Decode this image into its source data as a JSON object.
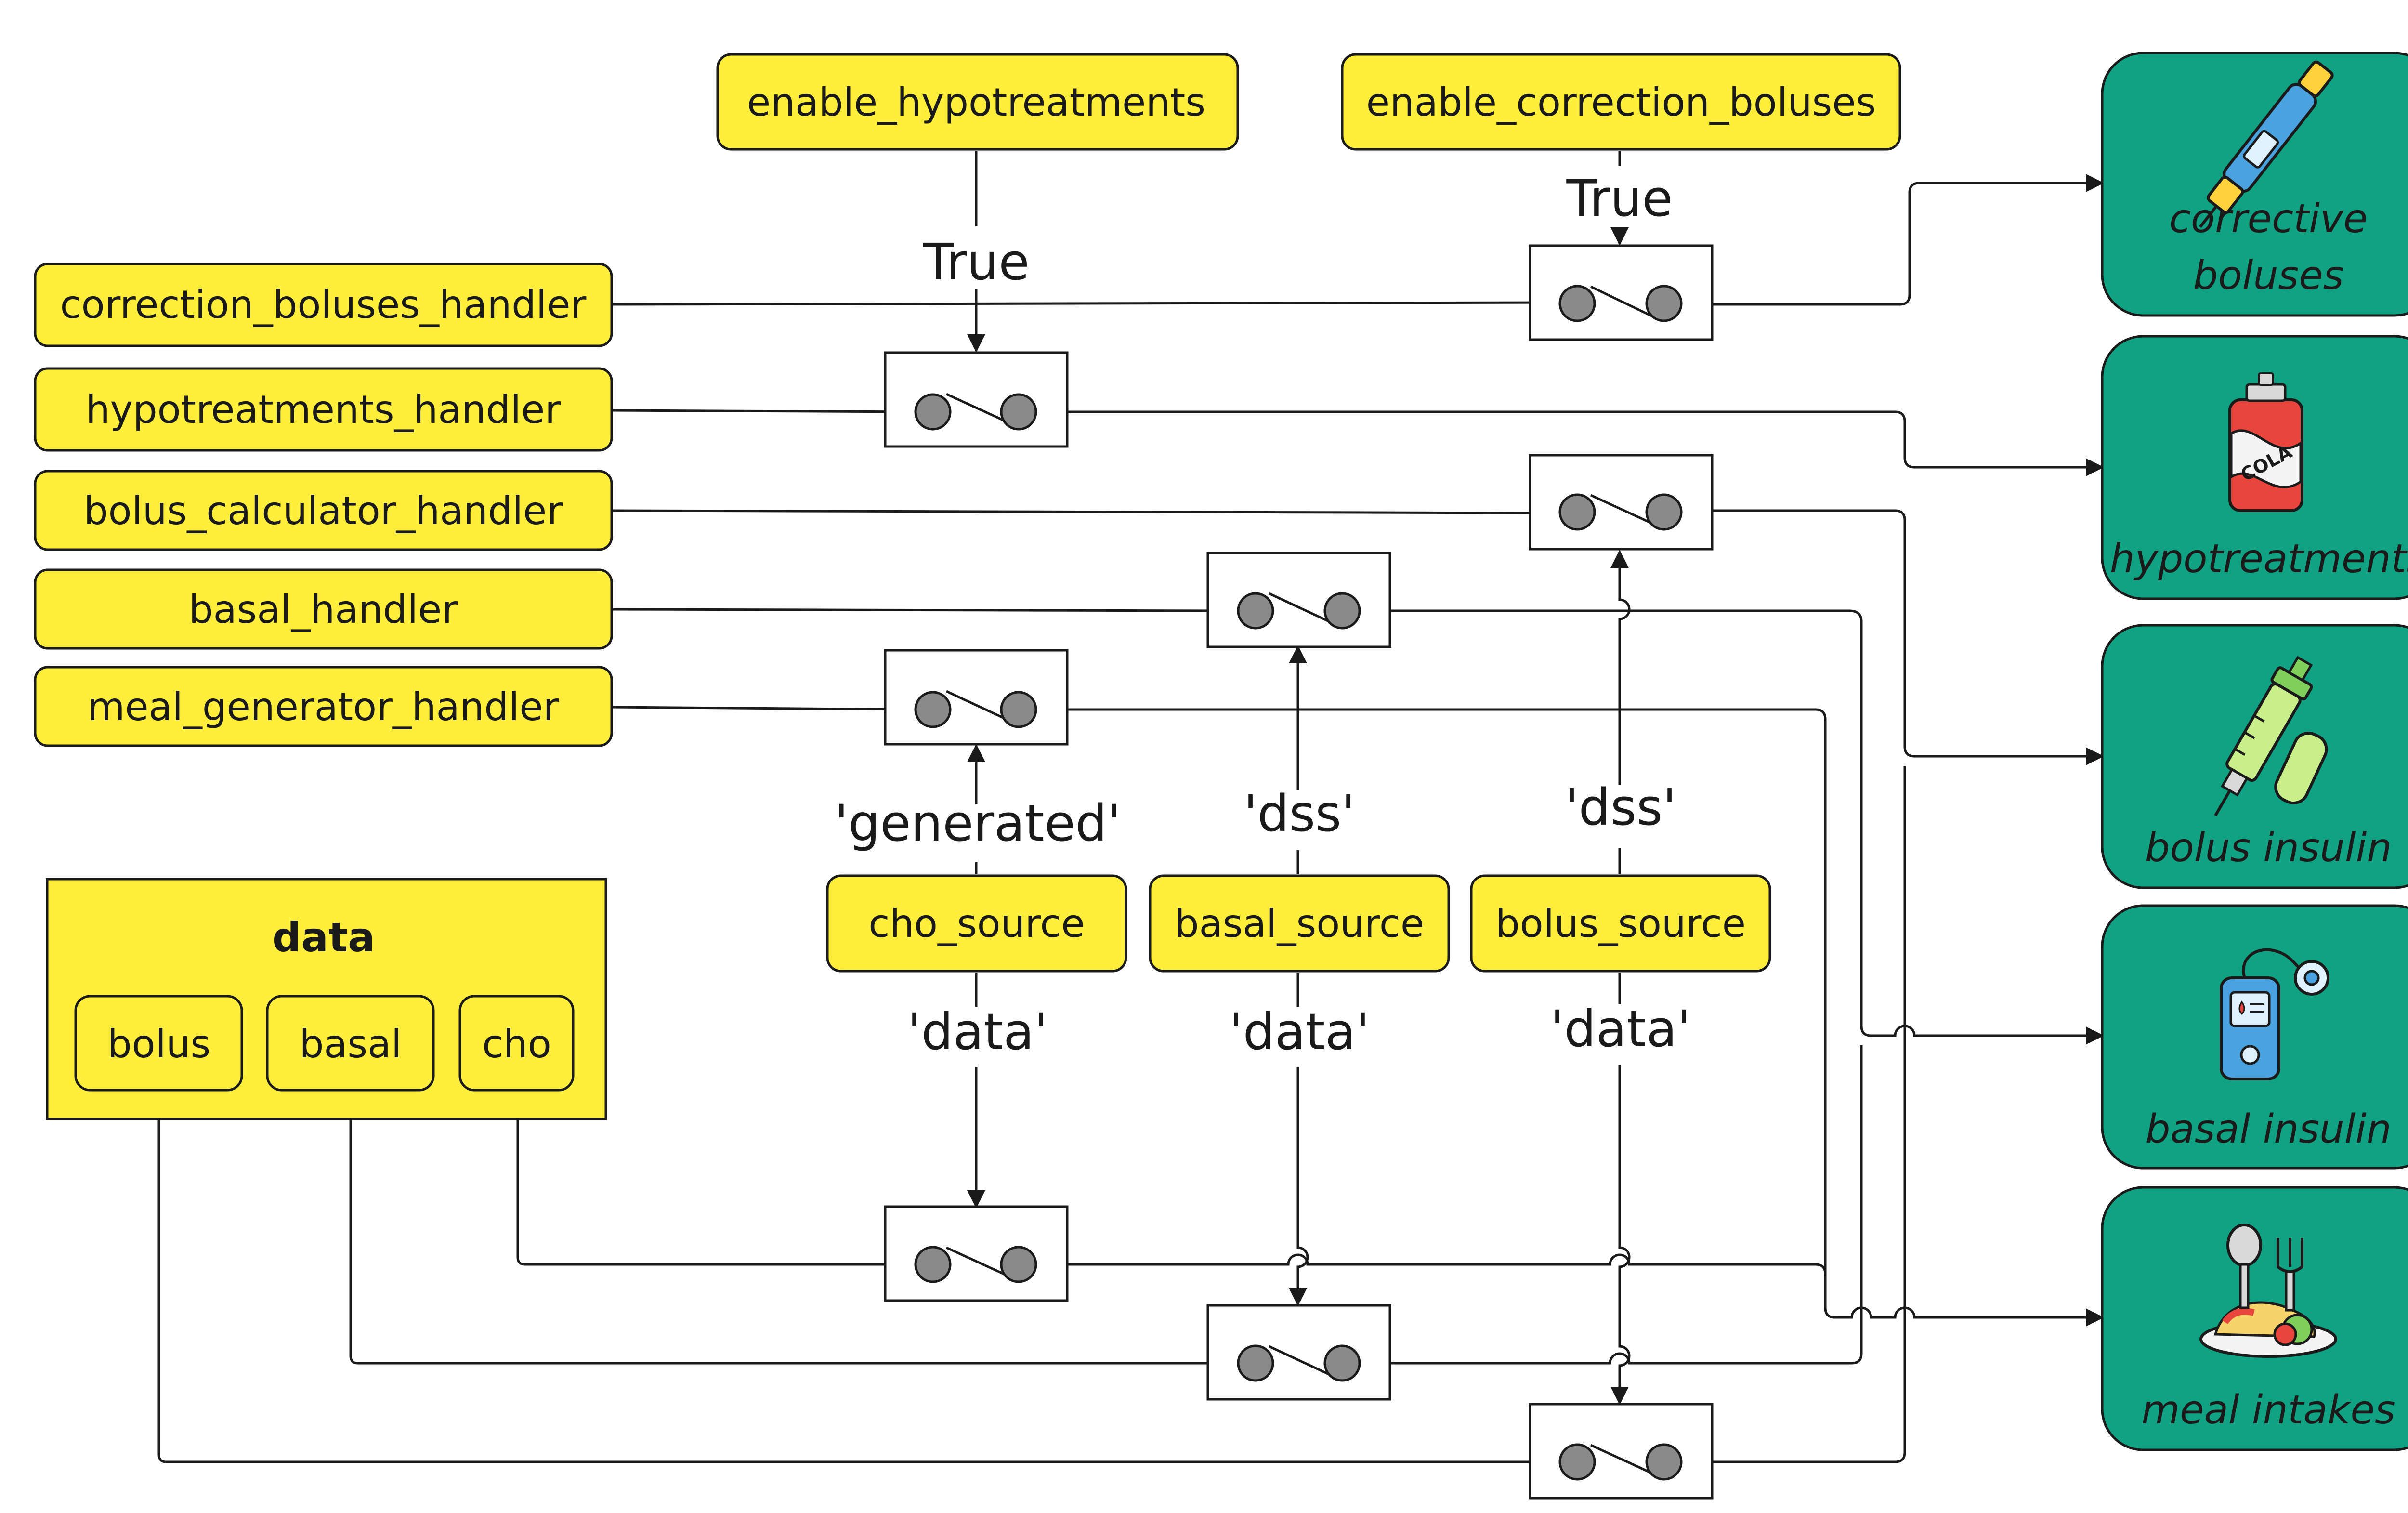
{
  "flags": {
    "hypo": "enable_hypotreatments",
    "correction": "enable_correction_boluses"
  },
  "handlers": {
    "correction": "correction_boluses_handler",
    "hypo": "hypotreatments_handler",
    "bolus_calc": "bolus_calculator_handler",
    "basal": "basal_handler",
    "meal": "meal_generator_handler"
  },
  "sources": {
    "cho": "cho_source",
    "basal": "basal_source",
    "bolus": "bolus_source"
  },
  "edge_labels": {
    "true_hypo": "True",
    "true_correction": "True",
    "generated": "'generated'",
    "dss_basal": "'dss'",
    "dss_bolus": "'dss'",
    "data_cho": "'data'",
    "data_basal": "'data'",
    "data_bolus": "'data'"
  },
  "data_panel": {
    "title": "data",
    "items": [
      "bolus",
      "basal",
      "cho"
    ]
  },
  "outputs": {
    "corrective_1": "corrective",
    "corrective_2": "boluses",
    "hypo": "hypotreatments",
    "bolus": "bolus insulin",
    "basal": "basal insulin",
    "meal": "meal intakes"
  },
  "icons": {
    "corrective": "insulin-pen-icon",
    "hypo": "cola-can-icon",
    "bolus": "syringe-icon",
    "basal": "insulin-pump-icon",
    "meal": "meal-plate-icon"
  },
  "colors": {
    "yellow": "#ffef3c",
    "green": "#10a282",
    "switch_dot": "#8a8a8a",
    "line": "#1a1a1a"
  }
}
